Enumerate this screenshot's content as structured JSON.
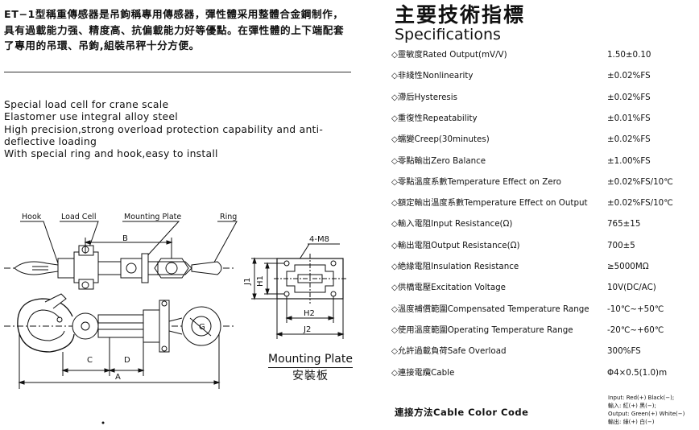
{
  "intro_text": "ET−1型稱重傳感器是吊鉤稱專用傳感器，彈性體采用整體合金鋼制作，具有過載能力强、精度高、抗偏載能力好等優點。在彈性體的上下端配套了專用的吊環、吊鉤,組裝吊秤十分方便。",
  "features": [
    "Special load cell for crane scale",
    "Elastomer use integral alloy steel",
    "High precision,strong overload protection capability and anti-deflective loading",
    "With special ring and hook,easy to install"
  ],
  "drawing_labels": {
    "hook": "Hook",
    "load_cell": "Load Cell",
    "mounting_plate": "Mounting Plate",
    "ring": "Ring",
    "dim_a": "A",
    "dim_b": "B",
    "dim_c": "C",
    "dim_d": "D",
    "dim_g": "G",
    "dim_h1": "H1",
    "dim_h2": "H2",
    "dim_j1": "J1",
    "dim_j2": "J2",
    "bolts": "4-M8"
  },
  "mounting_plate_caption": {
    "en": "Mounting Plate",
    "zh": "安裝板"
  },
  "specifications": {
    "title_zh": "主要技術指標",
    "title_en": "Specifications",
    "bullet": "◇",
    "rows": [
      {
        "name_zh": "靈敏度",
        "name_en": "Rated Output(mV/V)",
        "value": "1.50±0.10"
      },
      {
        "name_zh": "非綫性",
        "name_en": "Nonlinearity",
        "value": "±0.02%FS"
      },
      {
        "name_zh": "滯后",
        "name_en": "Hysteresis",
        "value": "±0.02%FS"
      },
      {
        "name_zh": "重復性",
        "name_en": "Repeatability",
        "value": "±0.01%FS"
      },
      {
        "name_zh": "蠕變",
        "name_en": "Creep(30minutes)",
        "value": "±0.02%FS"
      },
      {
        "name_zh": "零點輸出",
        "name_en": "Zero Balance",
        "value": "±1.00%FS"
      },
      {
        "name_zh": "零點溫度系數",
        "name_en": "Temperature Effect on Zero",
        "value": "±0.02%FS/10℃"
      },
      {
        "name_zh": "額定輸出溫度系數",
        "name_en": "Temperature Effect on Output",
        "value": "±0.02%FS/10℃"
      },
      {
        "name_zh": "輸入電阻",
        "name_en": "Input Resistance(Ω)",
        "value": "765±15"
      },
      {
        "name_zh": "輸出電阻",
        "name_en": "Output Resistance(Ω)",
        "value": "700±5"
      },
      {
        "name_zh": "絶緣電阻",
        "name_en": "Insulation Resistance",
        "value": "≥5000MΩ"
      },
      {
        "name_zh": "供橋電壓",
        "name_en": "Excitation Voltage",
        "value": "10V(DC/AC)"
      },
      {
        "name_zh": "溫度補償範圍",
        "name_en": "Compensated Temperature Range",
        "value": "-10℃~+50℃"
      },
      {
        "name_zh": "使用溫度範圍",
        "name_en": "Operating Temperature Range",
        "value": "-20℃~+60℃"
      },
      {
        "name_zh": "允許過載負荷",
        "name_en": "Safe Overload",
        "value": "300%FS"
      },
      {
        "name_zh": "連接電纜",
        "name_en": "Cable",
        "value": "Φ4×0.5(1.0)m"
      }
    ]
  },
  "cable_code": {
    "label": "連接方法Cable Color Code",
    "notes": [
      "Input: Red(+) Black(−);",
      "輸入: 紅(+) 黑(−);",
      "Output: Green(+) White(−)",
      "輸出: 綠(+) 白(−)"
    ]
  }
}
